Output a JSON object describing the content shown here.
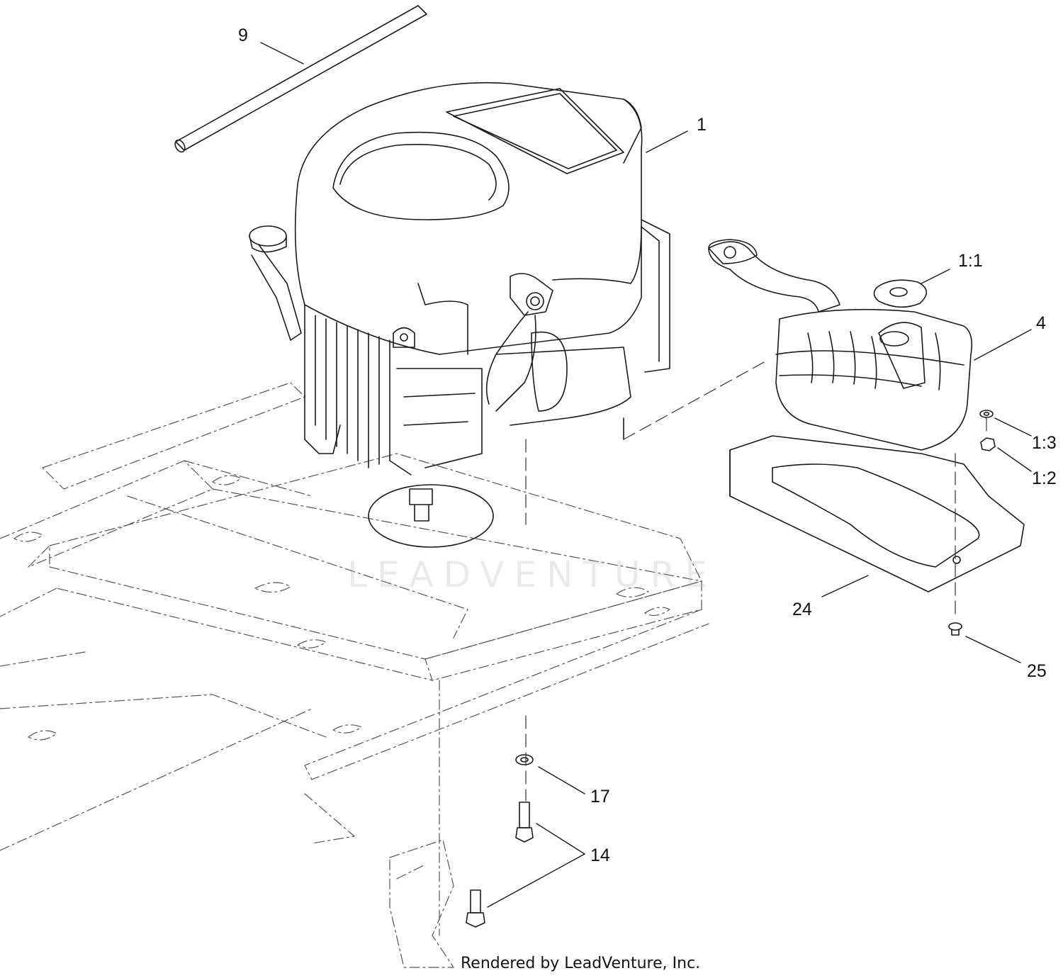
{
  "callouts": {
    "c9": "9",
    "c1": "1",
    "c1_1": "1:1",
    "c4": "4",
    "c1_3": "1:3",
    "c1_2": "1:2",
    "c24": "24",
    "c25": "25",
    "c17": "17",
    "c14": "14"
  },
  "watermark": "LEADVENTURE",
  "credit": "Rendered by LeadVenture, Inc.",
  "colors": {
    "line": "#1a1a1a",
    "frame_dash": "#555555",
    "watermark": "#b4b4b4"
  }
}
